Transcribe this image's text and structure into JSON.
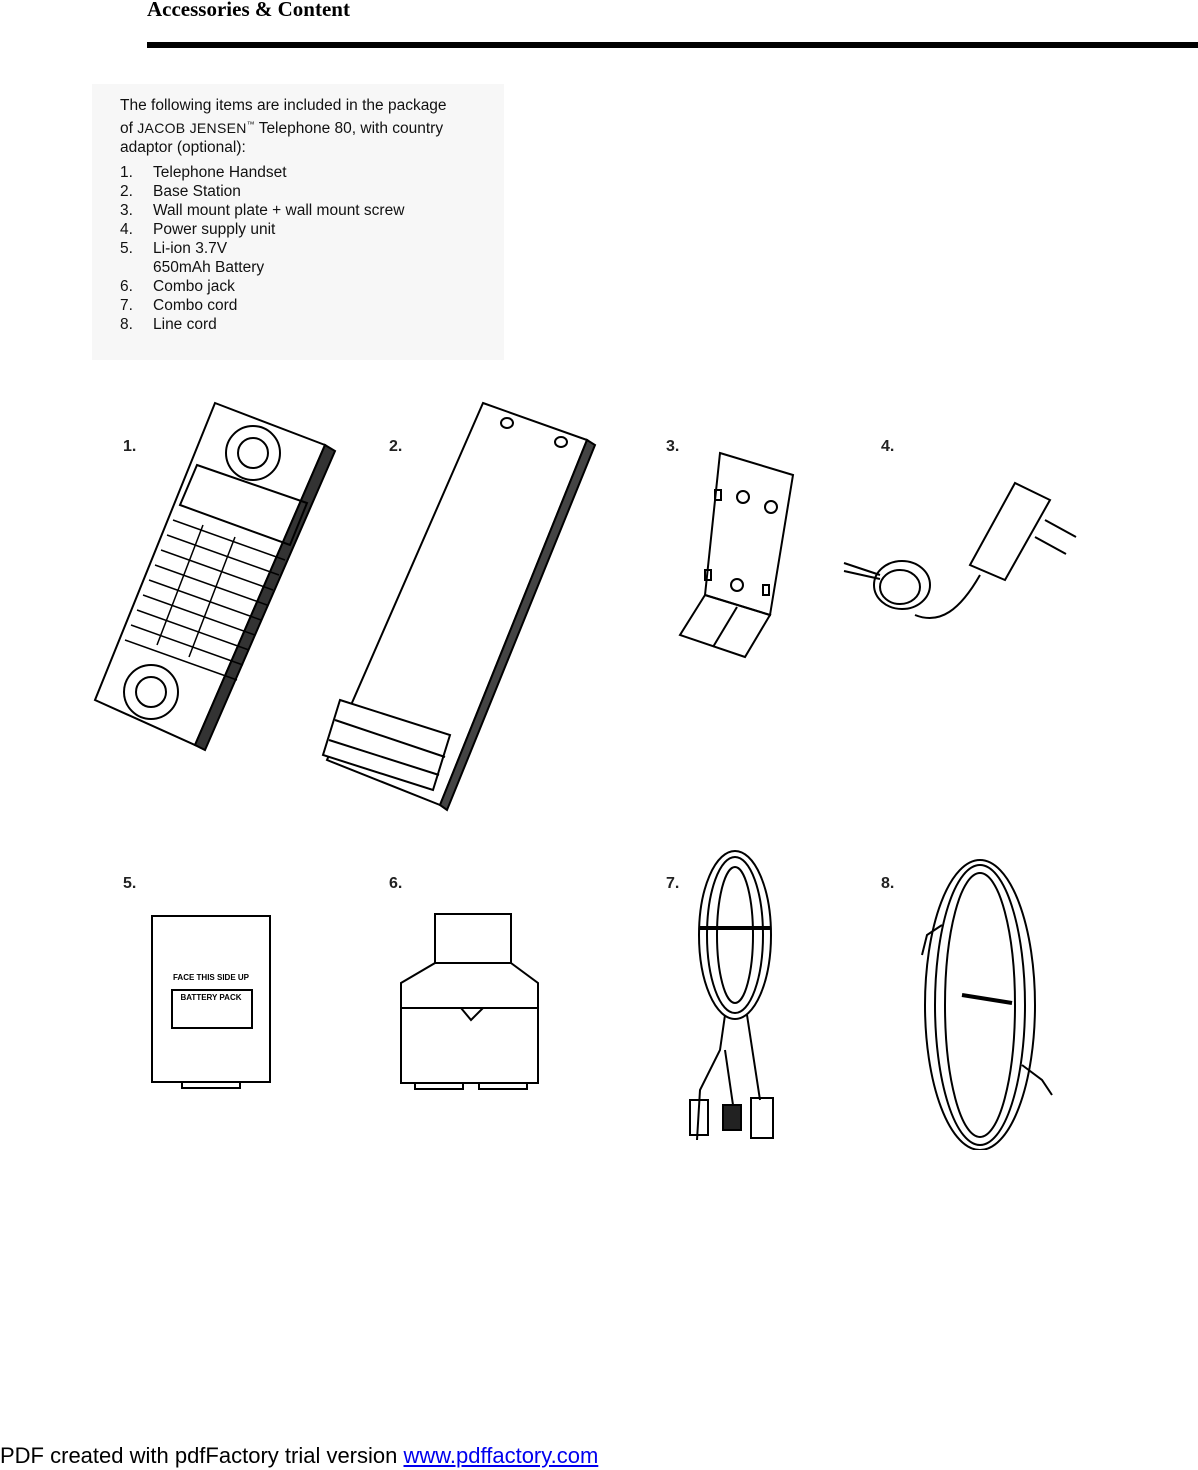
{
  "header": {
    "title": "Accessories & Content"
  },
  "intro": {
    "line1": "The following items are included in the package",
    "line2_pre": "of",
    "brand": "JACOB JENSEN",
    "tm": "™",
    "line2_post": "Telephone 80, with country",
    "line3": "adaptor (optional):"
  },
  "items": [
    {
      "num": "1.",
      "label": "Telephone Handset"
    },
    {
      "num": "2.",
      "label": "Base Station"
    },
    {
      "num": "3.",
      "label": "Wall mount plate + wall mount screw"
    },
    {
      "num": "4.",
      "label": "Power supply unit"
    },
    {
      "num": "5.",
      "label": "Li-ion 3.7V",
      "cont": "650mAh Battery"
    },
    {
      "num": "6.",
      "label": "Combo jack"
    },
    {
      "num": "7.",
      "label": "Combo cord"
    },
    {
      "num": "8.",
      "label": "Line cord"
    }
  ],
  "figures": {
    "n1": "1.",
    "n2": "2.",
    "n3": "3.",
    "n4": "4.",
    "n5": "5.",
    "n6": "6.",
    "n7": "7.",
    "n8": "8.",
    "battery_line1": "FACE THIS SIDE UP",
    "battery_line2": "BATTERY PACK"
  },
  "footer": {
    "text": "PDF created with pdfFactory trial version ",
    "link": "www.pdffactory.com"
  }
}
